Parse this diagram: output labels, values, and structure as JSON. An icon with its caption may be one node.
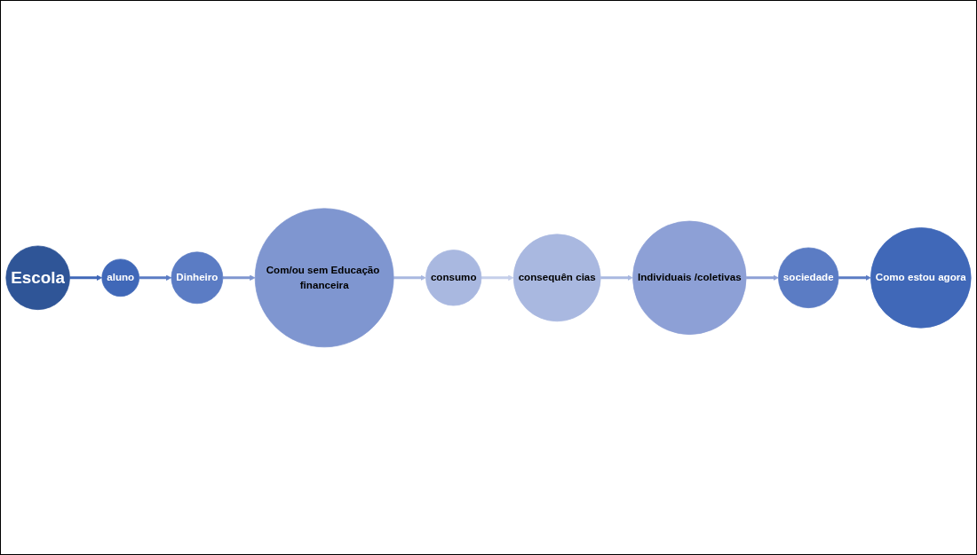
{
  "diagram": {
    "nodes": [
      {
        "text": [
          "Escola"
        ]
      },
      {
        "text": [
          "Com/ou sem Educação financeira"
        ]
      },
      {
        "text": [
          "consumo"
        ]
      },
      {
        "text": [
          "sociedade"
        ]
      },
      {
        "text": [
          "Como estou agora"
        ]
      },
      {
        "text": [
          "aluno"
        ]
      },
      {
        "text": [
          "Dinheiro"
        ]
      },
      {
        "text": [
          "consequên cias"
        ]
      },
      {
        "text": [
          "Individuais /coletivas"
        ]
      }
    ],
    "edges": [
      {
        "from": 0,
        "to": 5,
        "arrow": "to",
        "color": "#4068b8"
      },
      {
        "from": 5,
        "to": 6,
        "arrow": "to",
        "color": "#5b7cc4"
      },
      {
        "from": 6,
        "to": 1,
        "arrow": "to",
        "color": "#7f96d0"
      },
      {
        "from": 1,
        "to": 2,
        "arrow": "to",
        "color": "#a9b8e0"
      },
      {
        "from": 2,
        "to": 7,
        "arrow": "to",
        "color": "#c5cfea"
      },
      {
        "from": 7,
        "to": 8,
        "arrow": "to",
        "color": "#a9b8e0"
      },
      {
        "from": 8,
        "to": 3,
        "arrow": "to",
        "color": "#8da0d6"
      },
      {
        "from": 3,
        "to": 4,
        "arrow": "to",
        "color": "#5b7cc4"
      }
    ]
  }
}
